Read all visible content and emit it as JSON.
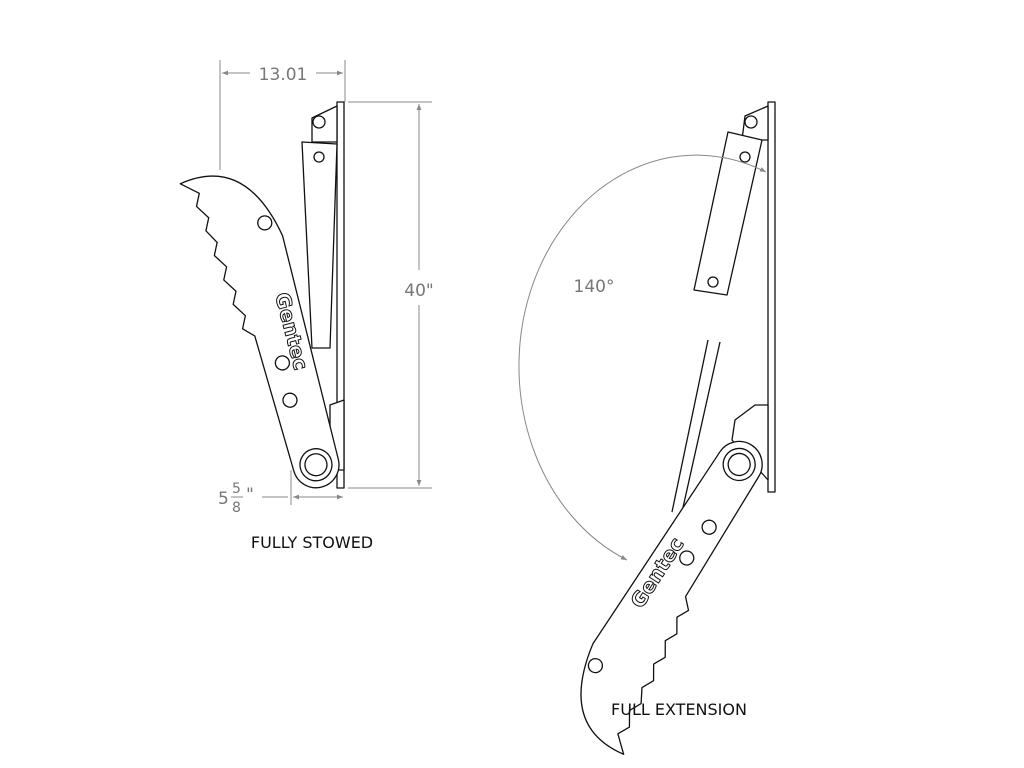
{
  "views": [
    {
      "caption": "FULLY STOWED"
    },
    {
      "caption": "FULL EXTENSION"
    }
  ],
  "dimensions": {
    "width": "13.01",
    "height": "40\"",
    "offset_whole": "5",
    "offset_num": "5",
    "offset_den": "8",
    "offset_unit": "\"",
    "angle": "140°"
  },
  "logo_text": "Gentec",
  "colors": {
    "line": "#111111",
    "dimension": "#888888"
  }
}
